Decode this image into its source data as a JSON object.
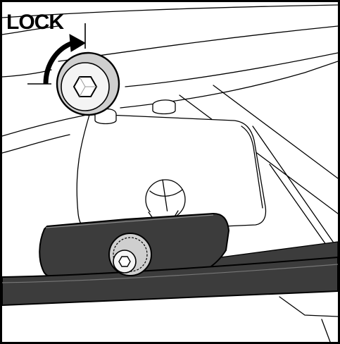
{
  "callout": {
    "label": "LOCK",
    "direction": "clockwise"
  },
  "colors": {
    "ink": "#000000",
    "paper": "#ffffff",
    "bracket_dark": "#3c3c3c",
    "bolt_metal": "#cfcfcf",
    "bolt_highlight": "#f4f4f4"
  },
  "icons": {
    "lock_arrow": "curved-arrow-clockwise",
    "bolt_head": "hex-socket-bolt",
    "plug_head": "hex-socket-plug"
  }
}
